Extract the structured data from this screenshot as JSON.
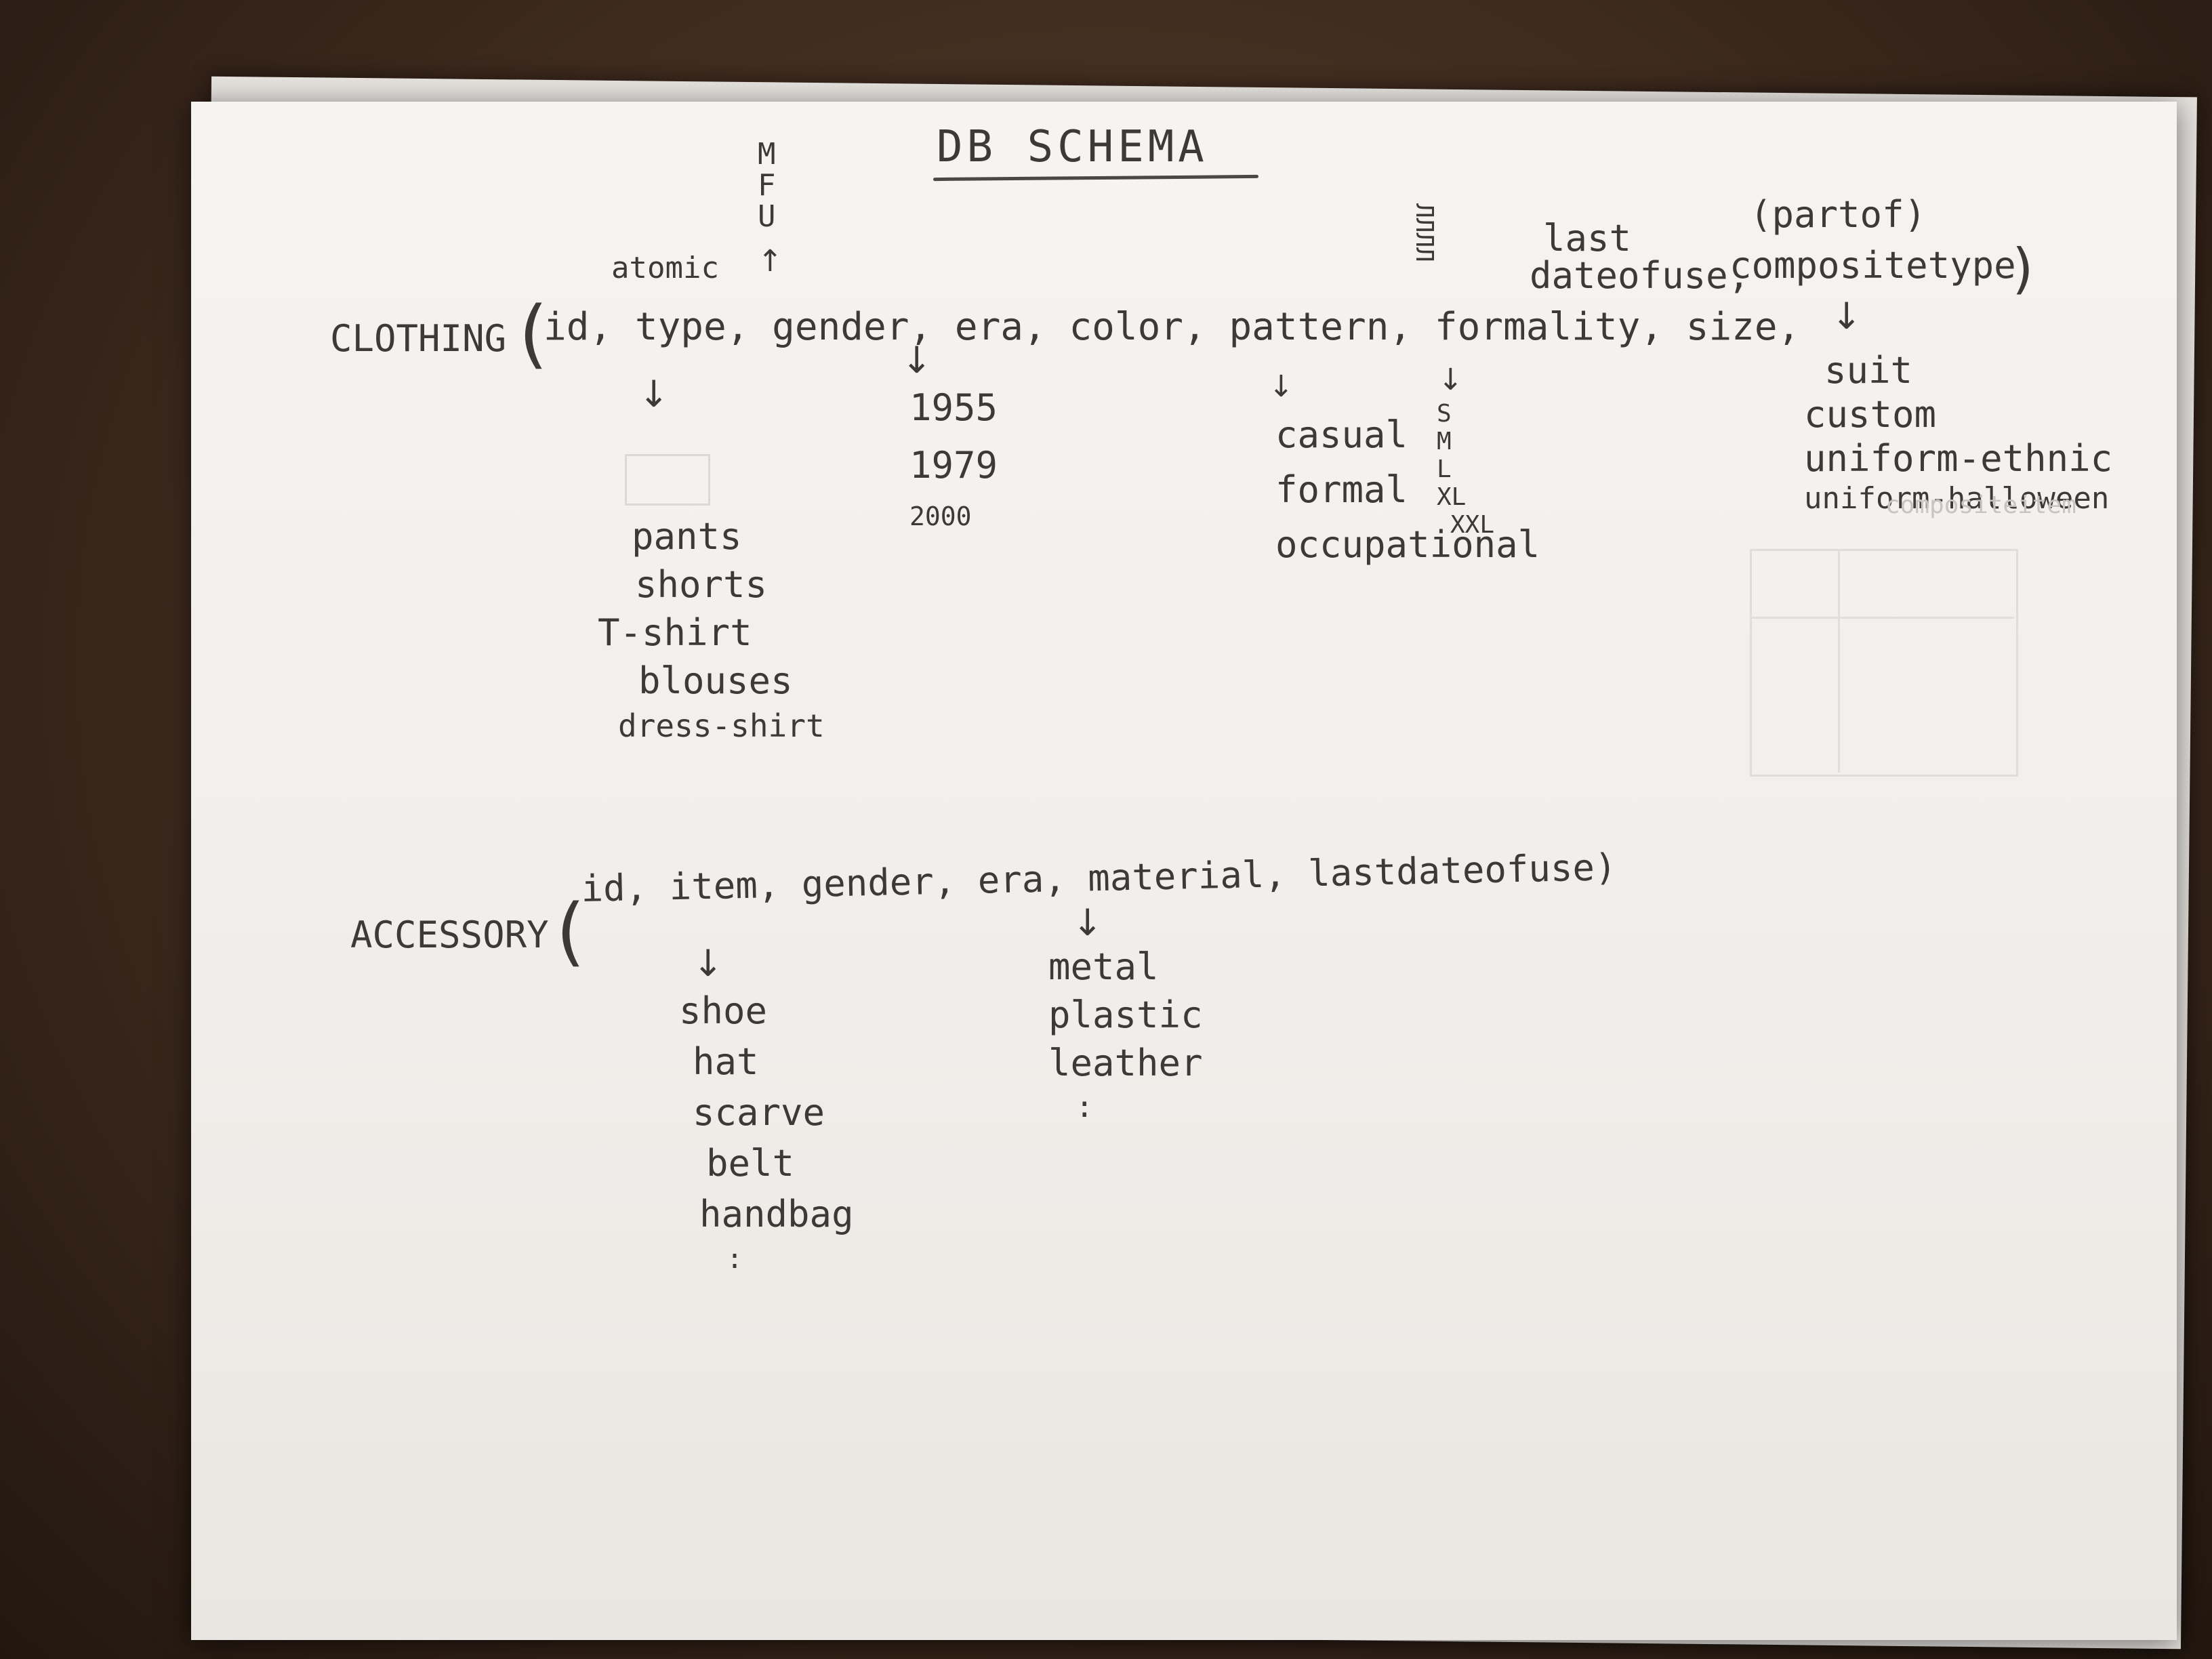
{
  "title": "DB SCHEMA",
  "clothing": {
    "table_name": "CLOTHING",
    "open_paren": "(",
    "close_paren": ")",
    "fields_text": "id, type, gender, era, color, pattern, formality, size,",
    "last_date_line1": "last",
    "last_date_line2": "dateofuse,",
    "partof": "(partof)",
    "composite_type": "compositetype",
    "atomic_label": "atomic",
    "gender_values": [
      "M",
      "F",
      "U"
    ],
    "era_values": [
      "1955",
      "1979",
      "2000"
    ],
    "formality_values": [
      "casual",
      "formal",
      "occupational"
    ],
    "size_scribble": "ЛЛЛЛ",
    "size_values": [
      "S",
      "M",
      "L",
      "XL",
      "XXL"
    ],
    "type_values": [
      "pants",
      "shorts",
      "T-shirt",
      "blouses",
      "dress-shirt"
    ],
    "composite_values": [
      "suit",
      "custom",
      "uniform-ethnic",
      "uniform-halloween"
    ],
    "composite_faint": "compositeitem"
  },
  "accessory": {
    "table_name": "ACCESSORY",
    "open_paren": "(",
    "fields_text": "id, item, gender, era, material, lastdateofuse)",
    "item_values": [
      "shoe",
      "hat",
      "scarve",
      "belt",
      "handbag",
      ":"
    ],
    "material_values": [
      "metal",
      "plastic",
      "leather",
      ":"
    ]
  },
  "arrow_down": "↓",
  "arrow_up": "↑"
}
